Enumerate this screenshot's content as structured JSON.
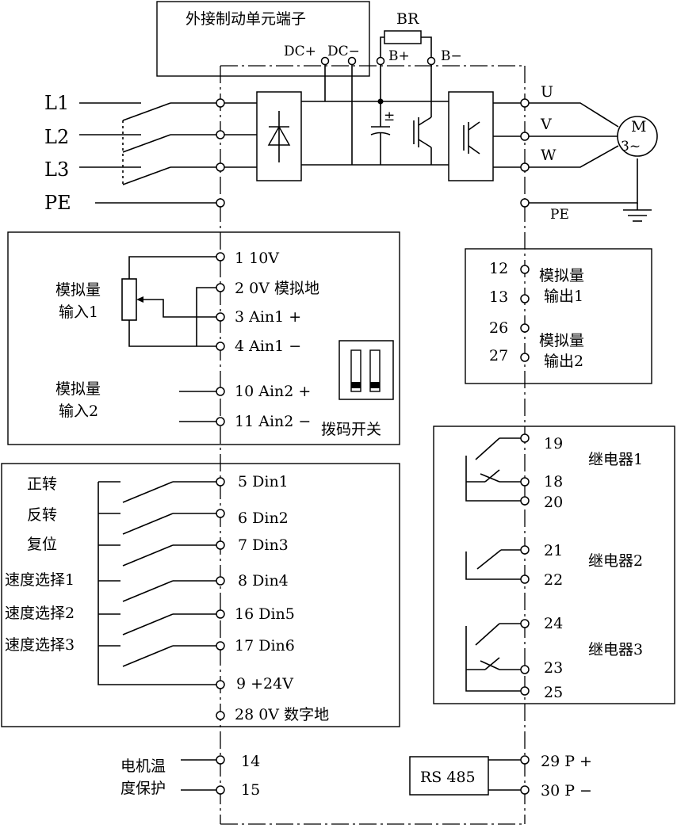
{
  "top": {
    "ext_brake_unit": "外接制动单元端子",
    "br": "BR",
    "dc_plus": "DC+",
    "dc_minus": "DC−",
    "b_plus": "B+",
    "b_minus": "B−"
  },
  "power_in": [
    "L1",
    "L2",
    "L3",
    "PE"
  ],
  "motor": {
    "outputs": [
      "U",
      "V",
      "W"
    ],
    "pe": "PE",
    "m": "M",
    "phase": "3~"
  },
  "analog_in": {
    "input1": [
      "模拟量",
      "输入1"
    ],
    "input2": [
      "模拟量",
      "输入2"
    ],
    "terminals": [
      "1 10V",
      "2 0V 模拟地",
      "3 Ain1 +",
      "4 Ain1 −",
      "10 Ain2 +",
      "11 Ain2 −"
    ],
    "dip_switch": "拨码开关"
  },
  "analog_out": {
    "nums": [
      "12",
      "13",
      "26",
      "27"
    ],
    "out1": [
      "模拟量",
      "输出1"
    ],
    "out2": [
      "模拟量",
      "输出2"
    ]
  },
  "digital_in": {
    "functions": [
      "正转",
      "反转",
      "复位",
      "速度选择1",
      "速度选择2",
      "速度选择3"
    ],
    "terminals": [
      "5 Din1",
      "6 Din2",
      "7 Din3",
      "8 Din4",
      "16 Din5",
      "17 Din6",
      "9 +24V",
      "28 0V 数字地"
    ]
  },
  "relays": {
    "nums": [
      "19",
      "18",
      "20",
      "21",
      "22",
      "24",
      "23",
      "25"
    ],
    "names": [
      "继电器1",
      "继电器2",
      "继电器3"
    ]
  },
  "motor_temp": {
    "label": [
      "电机温",
      "度保护"
    ],
    "nums": [
      "14",
      "15"
    ]
  },
  "rs485": {
    "label": "RS 485",
    "terminals": [
      "29  P +",
      "30  P −"
    ]
  }
}
